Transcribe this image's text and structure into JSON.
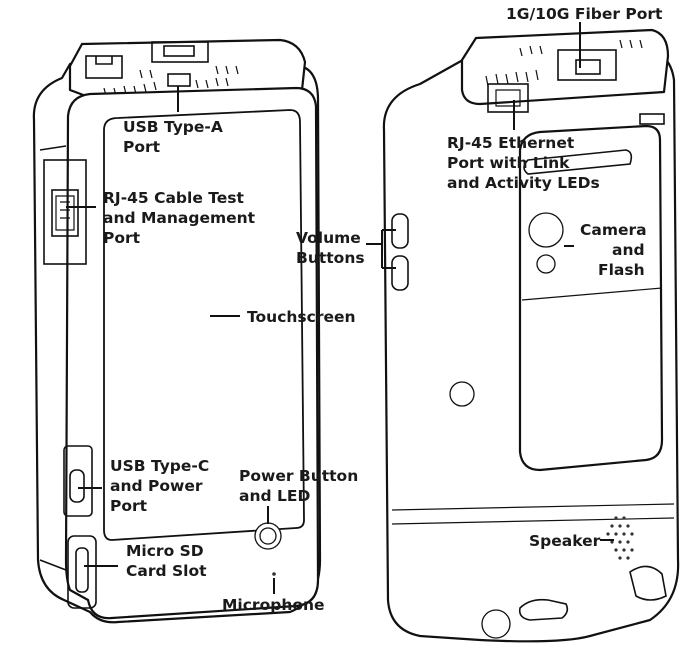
{
  "labels": {
    "fiber_port": "1G/10G Fiber Port",
    "usb_a_1": "USB Type-A",
    "usb_a_2": "Port",
    "rj45_eth_1": "RJ-45 Ethernet",
    "rj45_eth_2": "Port with Link",
    "rj45_eth_3": "and Activity LEDs",
    "rj45_test_1": "RJ-45 Cable Test",
    "rj45_test_2": "and Management",
    "rj45_test_3": "Port",
    "volume_1": "Volume",
    "volume_2": "Buttons",
    "camera_1": "Camera",
    "camera_2": "and",
    "camera_3": "Flash",
    "touchscreen": "Touchscreen",
    "usb_c_1": "USB Type-C",
    "usb_c_2": "and Power",
    "usb_c_3": "Port",
    "power_1": "Power Button",
    "power_2": "and LED",
    "sd_1": "Micro SD",
    "sd_2": "Card Slot",
    "speaker": "Speaker",
    "microphone": "Microphone"
  },
  "parts": {
    "front_device": "front-view",
    "back_device": "back-view"
  }
}
